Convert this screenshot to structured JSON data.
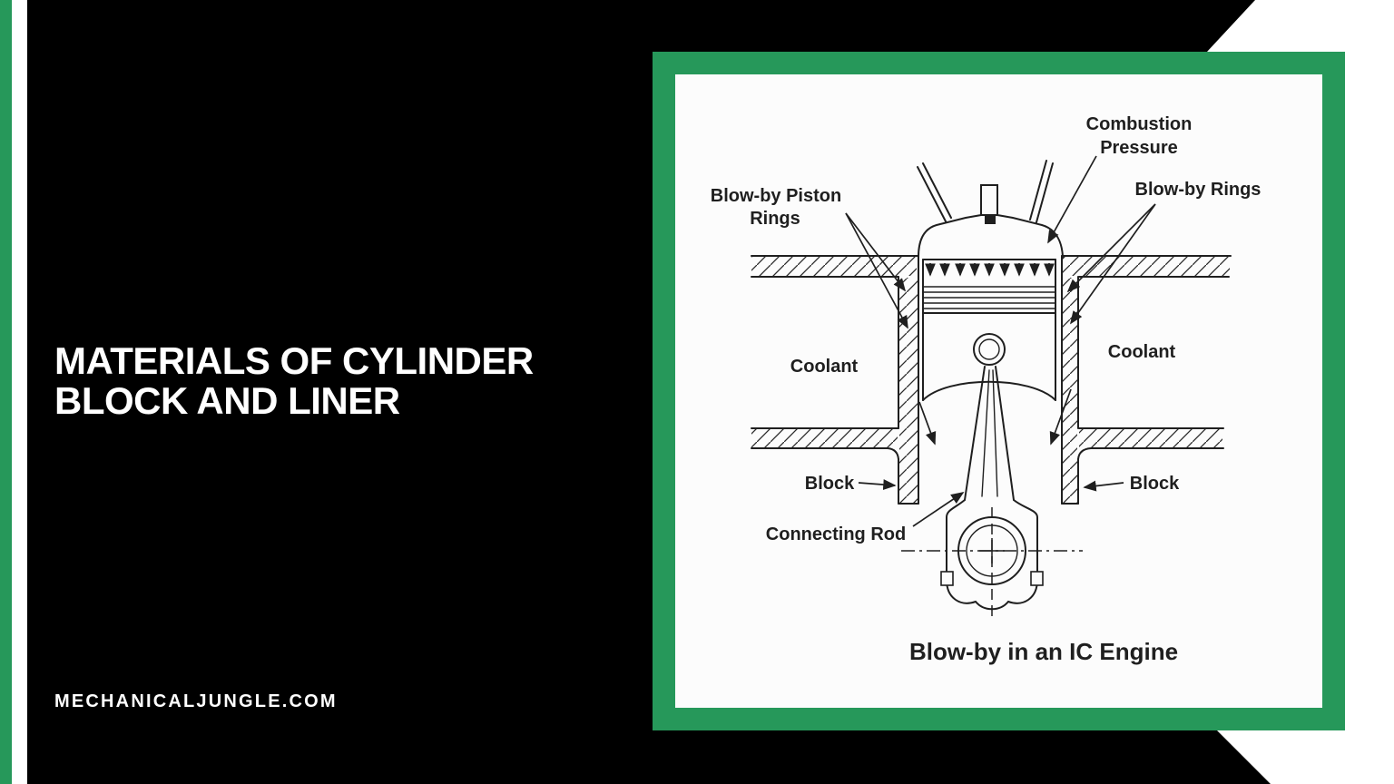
{
  "page": {
    "background": "#000000",
    "accent_green": "#26985A",
    "white": "#ffffff"
  },
  "left_panel": {
    "title_line1": "MATERIALS OF CYLINDER",
    "title_line2": "BLOCK AND LINER",
    "website": "MECHANICALJUNGLE.COM"
  },
  "figure": {
    "frame_color": "#26985A",
    "caption": "Blow-by in an IC Engine",
    "labels": {
      "combustion_line1": "Combustion",
      "combustion_line2": "Pressure",
      "blowby_piston_line1": "Blow-by Piston",
      "blowby_piston_line2": "Rings",
      "blowby_rings": "Blow-by Rings",
      "coolant_left": "Coolant",
      "coolant_right": "Coolant",
      "block_left": "Block",
      "block_right": "Block",
      "connecting_rod": "Connecting Rod"
    }
  }
}
